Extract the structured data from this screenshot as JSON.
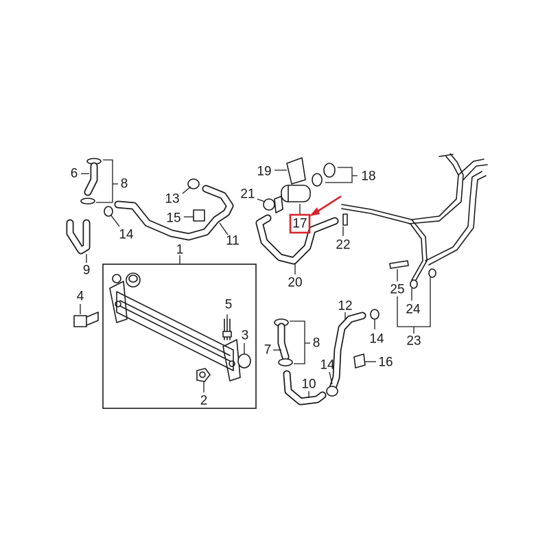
{
  "diagram": {
    "highlight_color": "#d9232d",
    "line_color": "#1a1a1a",
    "highlighted_callout": "17",
    "callouts": [
      "1",
      "2",
      "3",
      "4",
      "5",
      "6",
      "7",
      "8",
      "8",
      "9",
      "10",
      "11",
      "12",
      "13",
      "14",
      "14",
      "14",
      "14",
      "15",
      "16",
      "17",
      "18",
      "19",
      "20",
      "21",
      "22",
      "23",
      "24",
      "25"
    ]
  }
}
